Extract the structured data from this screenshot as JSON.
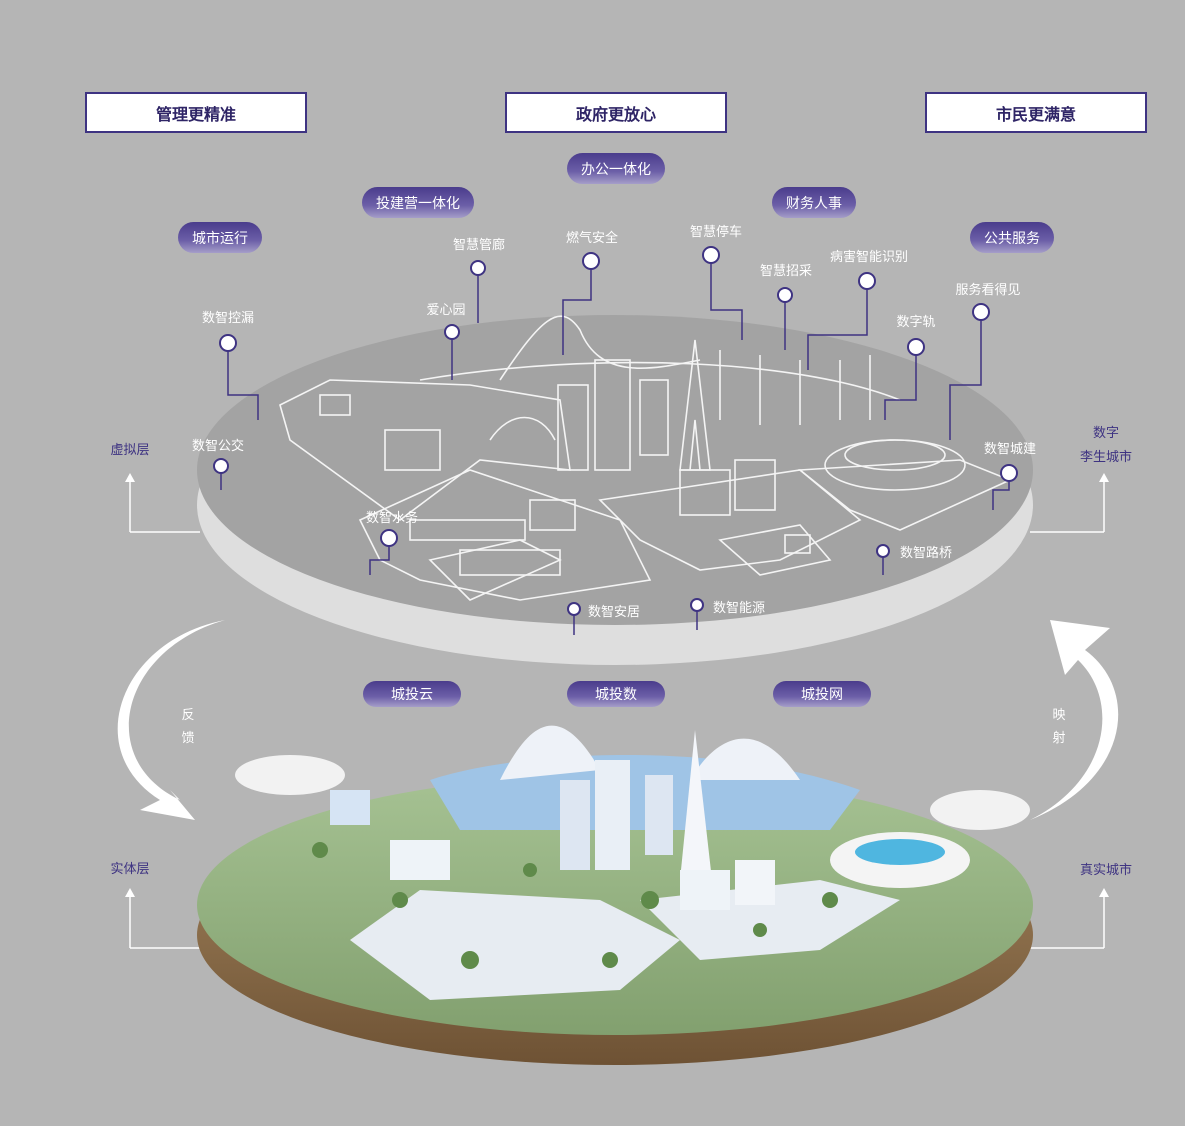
{
  "headers": [
    "管理更精准",
    "政府更放心",
    "市民更满意"
  ],
  "top_pills": [
    "城市运行",
    "投建营一体化",
    "办公一体化",
    "财务人事",
    "公共服务"
  ],
  "pins": {
    "shulou": "数智控漏",
    "guanlang": "智慧管廊",
    "ranqi": "燃气安全",
    "tingche": "智慧停车",
    "zhaocai": "智慧招采",
    "binghai": "病害智能识别",
    "fuwu": "服务看得见",
    "shuziqui": "数字轨",
    "aixin": "爱心园",
    "gongjiao": "数智公交",
    "shuiwu": "数智水务",
    "chengjian": "数智城建",
    "luqiao": "数智路桥",
    "anju": "数智安居",
    "nengyuan": "数智能源"
  },
  "bottom_pills": [
    "城投云",
    "城投数",
    "城投网"
  ],
  "side_labels": {
    "virtual_layer": "虚拟层",
    "digital_twin_line1": "数字",
    "digital_twin_line2": "李生城市",
    "physical_layer": "实体层",
    "real_city": "真实城市"
  },
  "feedback": [
    "反",
    "馈"
  ],
  "mapping": [
    "映",
    "射"
  ],
  "colors": {
    "accent": "#3e3382",
    "background": "#b5b5b5",
    "grass": "#8fae7c",
    "soil": "#8a6a45"
  }
}
